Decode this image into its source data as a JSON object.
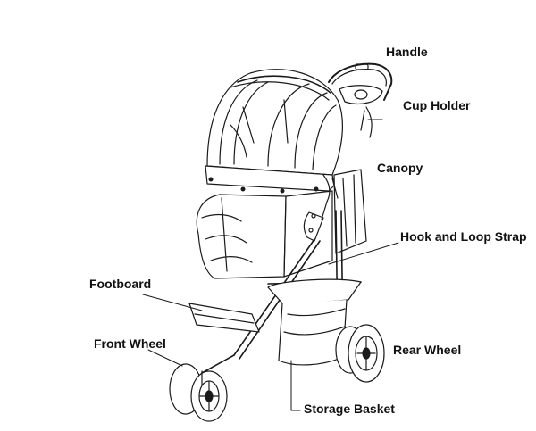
{
  "labels": {
    "handle": "Handle",
    "cup_holder": "Cup Holder",
    "canopy": "Canopy",
    "hook_and_loop_strap": "Hook and Loop Strap",
    "footboard": "Footboard",
    "front_wheel": "Front Wheel",
    "rear_wheel": "Rear Wheel",
    "storage_basket": "Storage Basket"
  },
  "colors": {
    "line": "#1a1a1a",
    "fill": "#ffffff"
  }
}
